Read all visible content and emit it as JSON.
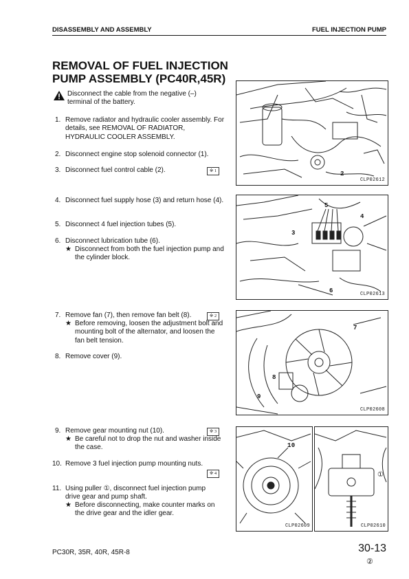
{
  "header": {
    "left": "DISASSEMBLY AND ASSEMBLY",
    "right": "FUEL INJECTION PUMP"
  },
  "title": {
    "line1": "REMOVAL OF FUEL INJECTION",
    "line2": "PUMP ASSEMBLY (PC40R,45R)"
  },
  "warning": {
    "text": "Disconnect the cable from the negative (–) terminal of the battery."
  },
  "steps": [
    {
      "num": "1.",
      "text": "Remove radiator and hydraulic cooler assembly. For details, see REMOVAL OF RADIATOR, HYDRAULIC COOLER ASSEMBLY."
    },
    {
      "num": "2.",
      "text": "Disconnect engine stop solenoid connector (1)."
    },
    {
      "num": "3.",
      "text": "Disconnect fuel control cable (2).",
      "ref": "※ 1"
    },
    {
      "num": "4.",
      "text": "Disconnect fuel supply hose (3) and return hose (4)."
    },
    {
      "num": "5.",
      "text": "Disconnect 4 fuel injection tubes (5)."
    },
    {
      "num": "6.",
      "text": "Disconnect lubrication tube (6).",
      "note": "Disconnect from both the fuel injection pump and the cylinder block."
    },
    {
      "num": "7.",
      "text": "Remove fan (7), then remove fan belt (8).",
      "ref": "※ 2",
      "note": "Before removing, loosen the adjustment bolt and mounting bolt of the alternator, and loosen the fan belt tension."
    },
    {
      "num": "8.",
      "text": "Remove cover (9)."
    },
    {
      "num": "9.",
      "text": "Remove gear mounting nut (10).",
      "ref": "※ 3",
      "note": "Be careful not to drop the nut and washer inside the case."
    },
    {
      "num": "10.",
      "text": "Remove 3 fuel injection pump mounting nuts.",
      "ref": "※ 4"
    },
    {
      "num": "11.",
      "text": "Using puller ①, disconnect fuel injection pump drive gear and pump shaft.",
      "note": "Before disconnecting, make counter marks on the drive gear and the idler gear."
    }
  ],
  "star": "★",
  "figures": [
    {
      "caption": "CLP02612",
      "labels": [
        "2"
      ]
    },
    {
      "caption": "CLP02613",
      "labels": [
        "3",
        "4",
        "5",
        "6"
      ]
    },
    {
      "caption": "CLP02608",
      "labels": [
        "7",
        "8",
        "9"
      ]
    },
    {
      "caption": "CLP02609",
      "labels": [
        "10"
      ]
    },
    {
      "caption": "CLP02610",
      "labels": [
        "①"
      ]
    }
  ],
  "footer": {
    "model": "PC30R, 35R, 40R, 45R-8",
    "page": "30-13",
    "revision": "②"
  }
}
